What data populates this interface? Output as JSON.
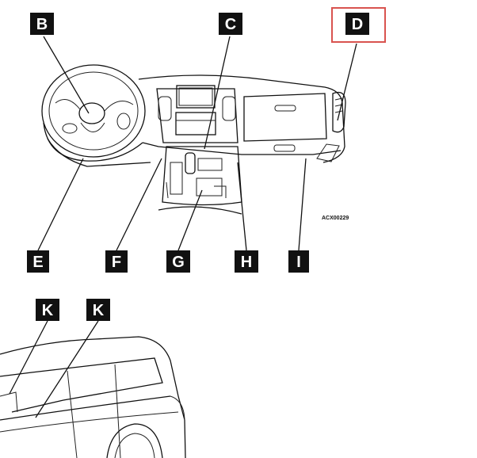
{
  "figure_code": "ACX00229",
  "labels": {
    "B": "B",
    "C": "C",
    "D": "D",
    "E": "E",
    "F": "F",
    "G": "G",
    "H": "H",
    "I": "I",
    "K1": "K",
    "K2": "K"
  },
  "highlighted_label": "D",
  "colors": {
    "label_fill": "#111111",
    "label_text": "#ffffff",
    "highlight_border": "#d9534f",
    "line": "#111111",
    "background": "#ffffff"
  }
}
